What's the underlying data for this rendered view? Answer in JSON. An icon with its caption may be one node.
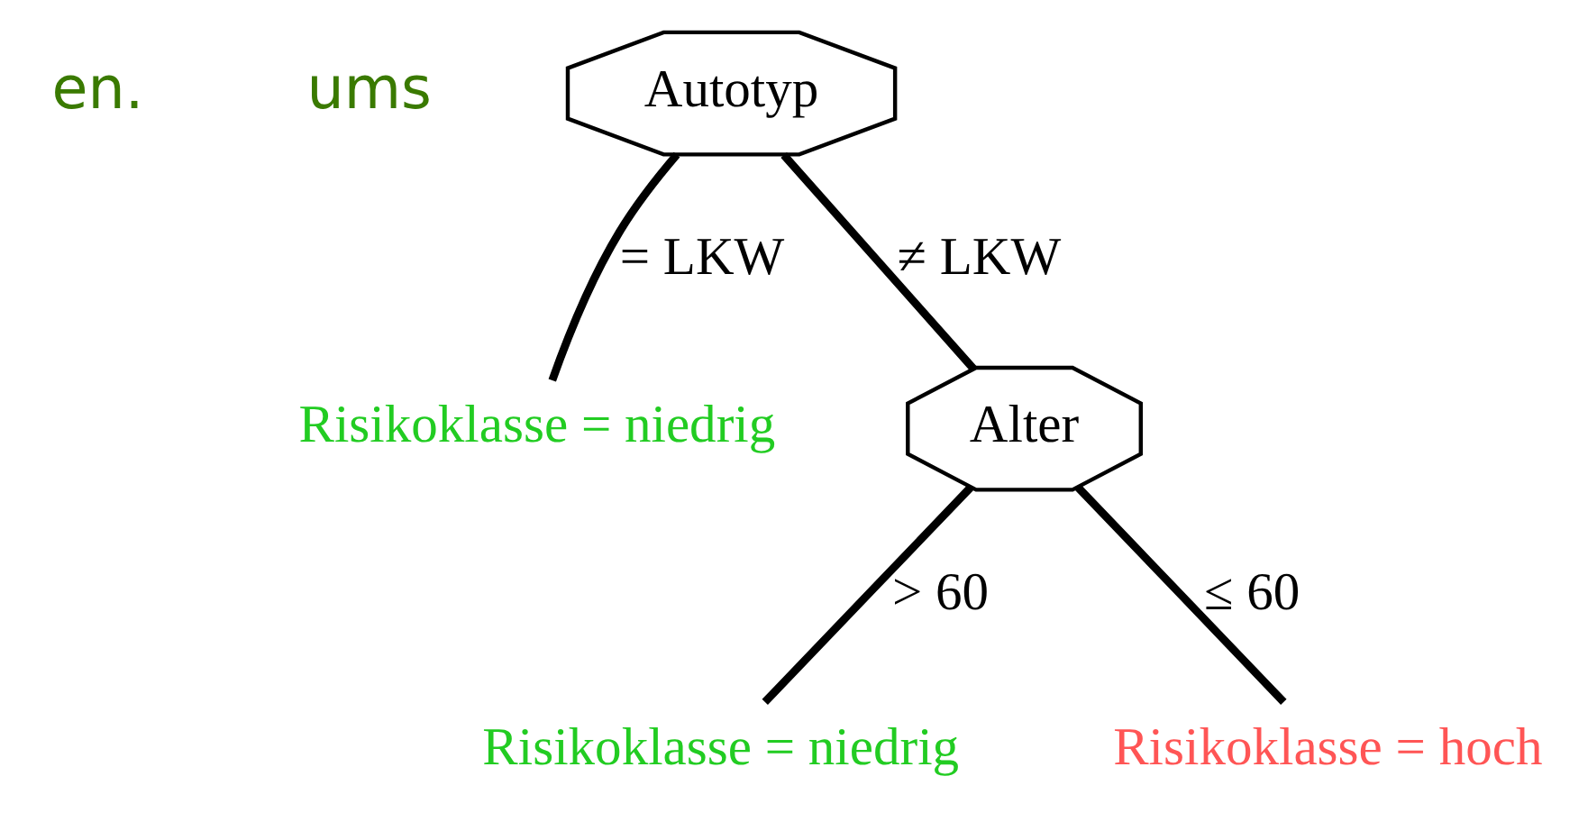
{
  "diagram": {
    "nodes": [
      {
        "text": [
          "Autotyp"
        ]
      },
      {
        "text": [
          "Risikoklasse = niedrig"
        ]
      },
      {
        "text": [
          "Alter"
        ]
      },
      {
        "text": [
          "Risikoklasse = niedrig"
        ]
      },
      {
        "text": [
          "Risikoklasse = hoch"
        ]
      }
    ],
    "edges": [
      {
        "from": 0,
        "to": 1,
        "arrow": "none",
        "label": "= LKW"
      },
      {
        "from": 0,
        "to": 2,
        "arrow": "none",
        "label": "≠ LKW"
      },
      {
        "from": 2,
        "to": 3,
        "arrow": "none",
        "label": "> 60"
      },
      {
        "from": 2,
        "to": 4,
        "arrow": "none",
        "label": "≤ 60"
      }
    ],
    "labels": [
      "en.",
      "ums"
    ]
  }
}
